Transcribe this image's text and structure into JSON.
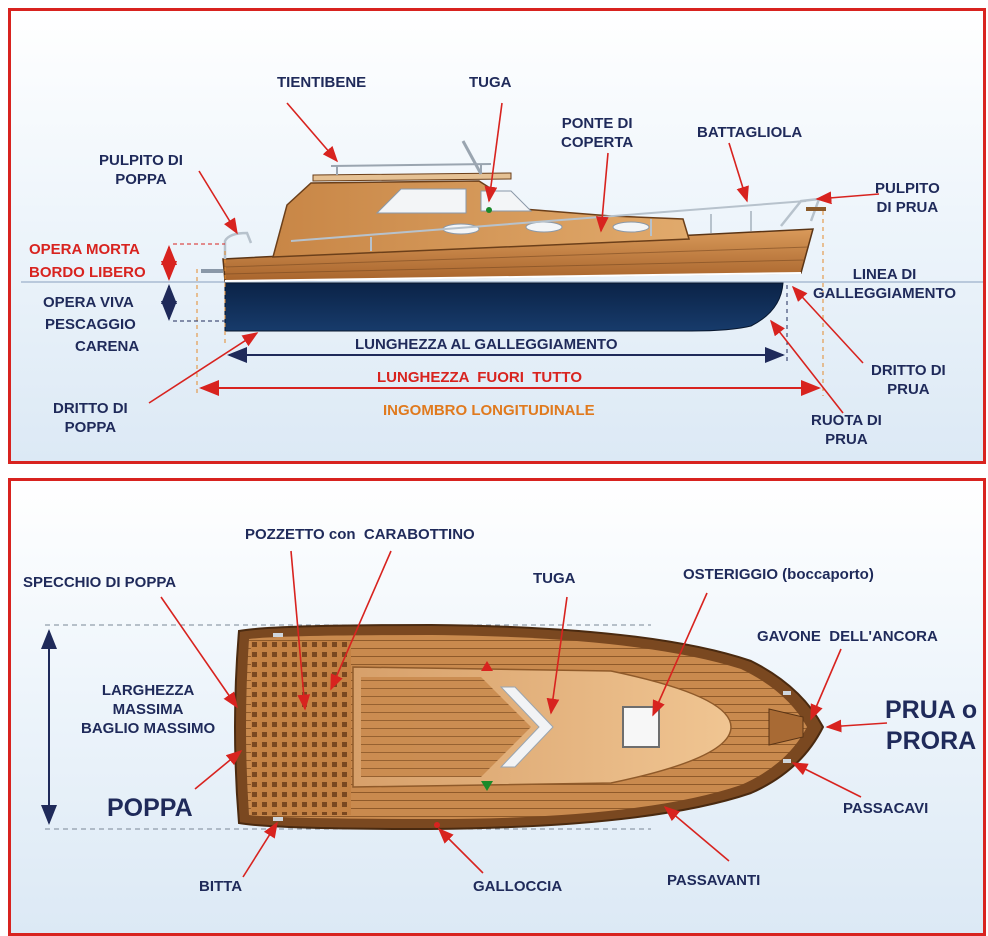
{
  "side_view": {
    "labels": {
      "tientibene": "TIENTIBENE",
      "tuga": "TUGA",
      "ponte_di_coperta": "PONTE DI\nCOPERTA",
      "battagliola": "BATTAGLIOLA",
      "pulpito_di_poppa": "PULPITO DI\nPOPPA",
      "pulpito_di_prua": "PULPITO\nDI PRUA",
      "opera_morta": "OPERA MORTA",
      "bordo_libero": "BORDO LIBERO",
      "opera_viva": "OPERA VIVA",
      "pescaggio": "PESCAGGIO",
      "carena": "CARENA",
      "linea_di_galleggiamento": "LINEA DI\nGALLEGGIAMENTO",
      "lunghezza_al_galleggiamento": "LUNGHEZZA AL GALLEGGIAMENTO",
      "lunghezza_fuori_tutto": "LUNGHEZZA  FUORI  TUTTO",
      "ingombro_longitudinale": "INGOMBRO LONGITUDINALE",
      "dritto_di_poppa": "DRITTO DI\nPOPPA",
      "dritto_di_prua": "DRITTO DI\nPRUA",
      "ruota_di_prua": "RUOTA DI\nPRUA"
    }
  },
  "top_view": {
    "labels": {
      "pozzetto": "POZZETTO con  CARABOTTINO",
      "specchio_di_poppa": "SPECCHIO DI POPPA",
      "tuga": "TUGA",
      "osteriggio": "OSTERIGGIO (boccaporto)",
      "gavone": "GAVONE  DELL'ANCORA",
      "larghezza": "LARGHEZZA\nMASSIMA\nBAGLIO MASSIMO",
      "poppa": "POPPA",
      "prua": "PRUA o\nPRORA",
      "passacavi": "PASSACAVI",
      "bitta": "BITTA",
      "galloccia": "GALLOCCIA",
      "passavanti": "PASSAVANTI"
    }
  },
  "colors": {
    "frame_red": "#d8231f",
    "label_navy": "#1f2a5a",
    "label_red": "#d8231f",
    "label_orange": "#e07a1e",
    "hull_navy": "#0e2a4f",
    "deck_wood": "#c98a4e"
  }
}
